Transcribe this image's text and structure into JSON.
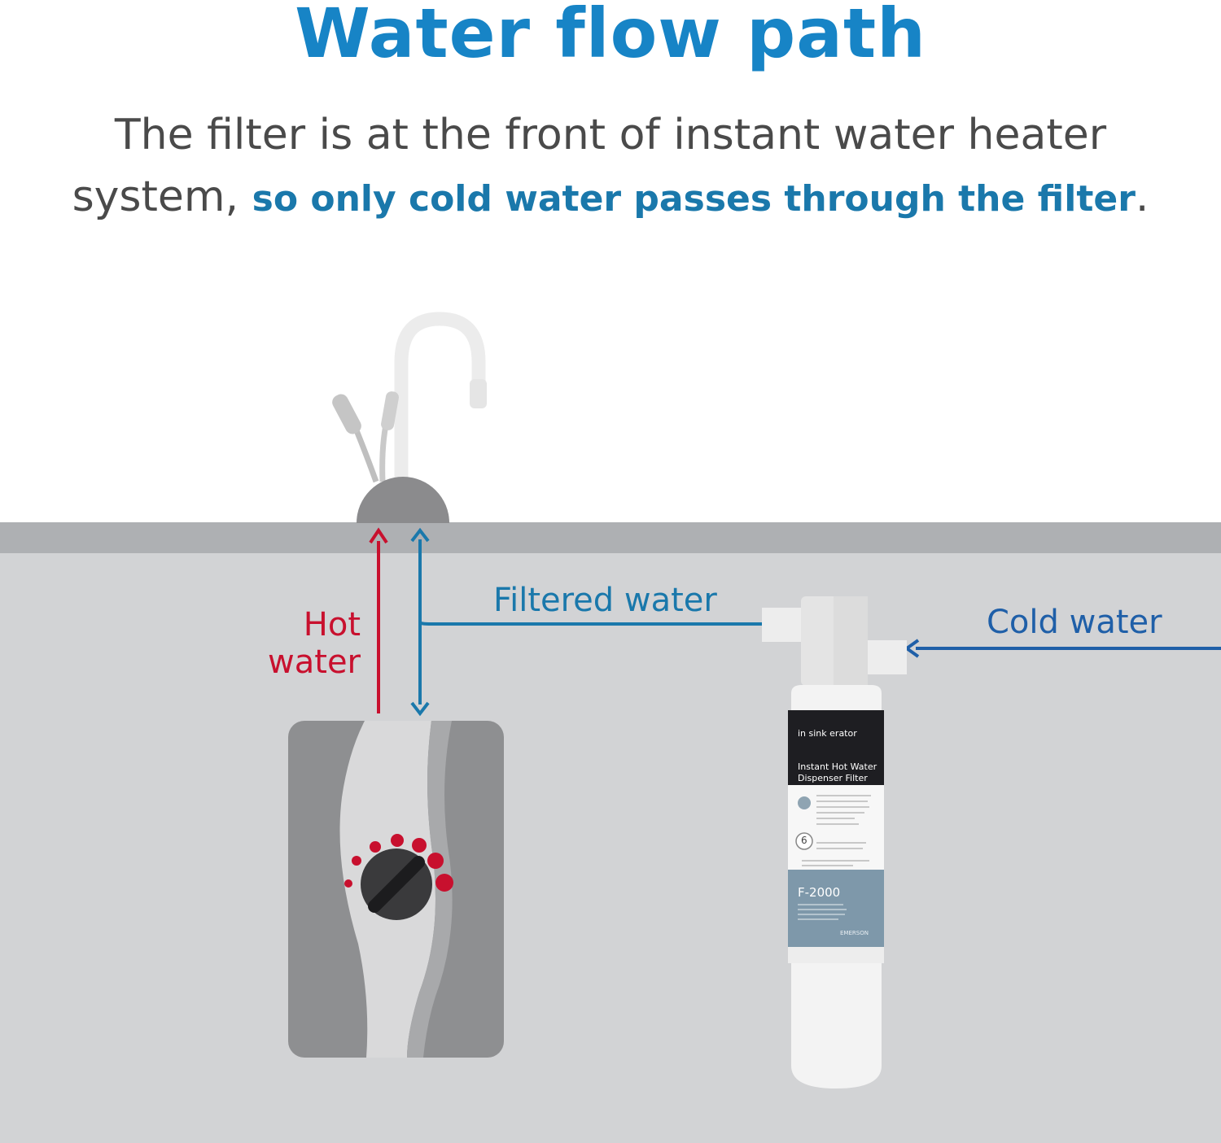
{
  "header": {
    "title": "Water flow path",
    "subtitle_line1": "The filter is at the front of instant water heater",
    "subtitle_line2_start": "system, ",
    "subtitle_highlight": "so only cold water passes through the filter",
    "subtitle_end": "."
  },
  "labels": {
    "hot_water_line1": "Hot",
    "hot_water_line2": "water",
    "filtered_water": "Filtered water",
    "cold_water": "Cold water"
  },
  "filter": {
    "brand": "in sink erator",
    "product_line1": "Instant Hot Water",
    "product_line2": "Dispenser Filter",
    "months": "6",
    "model": "F-2000",
    "maker": "EMERSON"
  },
  "colors": {
    "title": "#1784c6",
    "hot": "#c8102e",
    "filtered": "#1a78ab",
    "cold": "#1f5fa8",
    "counter": "#aeb0b3",
    "cabinet": "#d2d3d5"
  }
}
